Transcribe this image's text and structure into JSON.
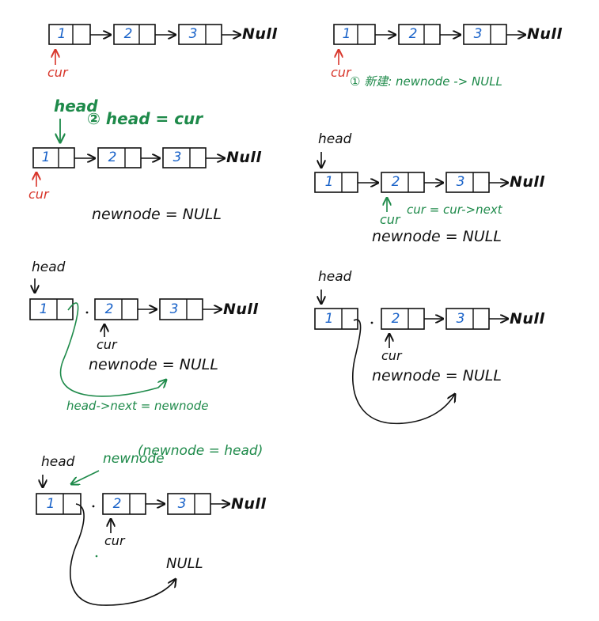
{
  "colors": {
    "ink": "#111111",
    "node_value": "#1a63c9",
    "cur_red": "#d8362b",
    "note_green": "#1e8a4a"
  },
  "node_values": [
    "1",
    "2",
    "3"
  ],
  "null_label": "Null",
  "head_label": "head",
  "cur_label": "cur",
  "newnode_null": "newnode = NULL",
  "steps": {
    "step1": {
      "note": "① 新建: newnode -> NULL"
    },
    "step2": {
      "note": "② head = cur"
    },
    "step3": {
      "note": "cur = cur->next"
    },
    "step4": {
      "note": "head->next = newnode"
    },
    "step6": {
      "note1": "newnode",
      "note2": "(newnode = head)",
      "null_text": "NULL"
    }
  }
}
